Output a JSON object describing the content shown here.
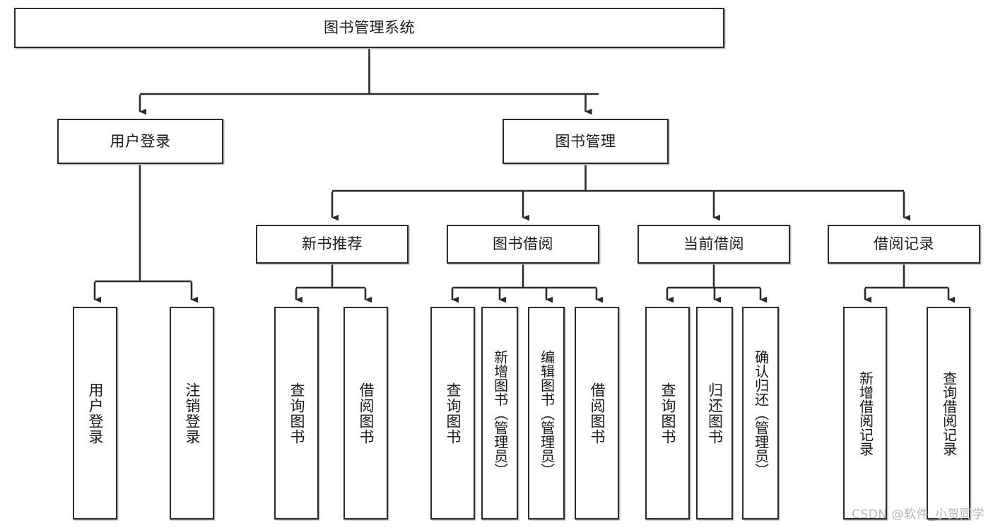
{
  "diagram": {
    "title": "图书管理系统",
    "type": "tree-structure-chart",
    "watermark": "CSDN @软件_小贺同学",
    "colors": {
      "border": "#2b2b2b",
      "background": "#ffffff",
      "text": "#1a1a1a",
      "edge": "#2b2b2b",
      "shadow": "#b8b8b8",
      "watermark": "#b4b4b4"
    }
  },
  "root": {
    "label": "图书管理系统"
  },
  "level2": [
    {
      "label": "用户登录"
    },
    {
      "label": "图书管理"
    }
  ],
  "level3": [
    {
      "label": "新书推荐"
    },
    {
      "label": "图书借阅"
    },
    {
      "label": "当前借阅"
    },
    {
      "label": "借阅记录"
    }
  ],
  "leaves": {
    "user_login": [
      {
        "label": "用户登录"
      },
      {
        "label": "注销登录"
      }
    ],
    "new_book_recommend": [
      {
        "label": "查询图书"
      },
      {
        "label": "借阅图书"
      }
    ],
    "book_borrow": [
      {
        "label": "查询图书"
      },
      {
        "label": "新增图书（管理员）"
      },
      {
        "label": "编辑图书（管理员）"
      },
      {
        "label": "借阅图书"
      }
    ],
    "current_borrow": [
      {
        "label": "查询图书"
      },
      {
        "label": "归还图书"
      },
      {
        "label": "确认归还（管理员）"
      }
    ],
    "borrow_record": [
      {
        "label": "新增借阅记录"
      },
      {
        "label": "查询借阅记录"
      }
    ]
  }
}
